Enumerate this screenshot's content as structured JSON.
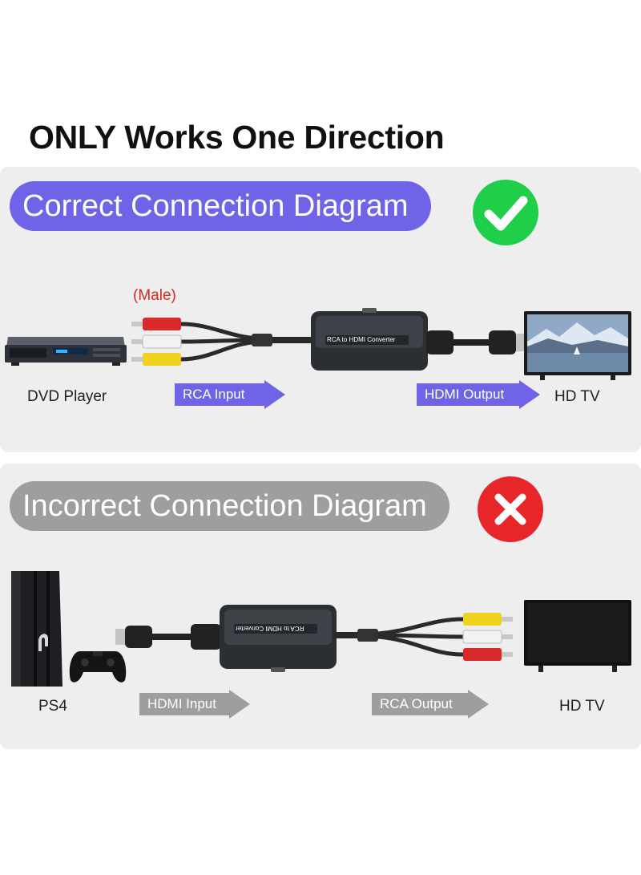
{
  "headline": "ONLY Works One Direction",
  "correct": {
    "title": "Correct Connection Diagram",
    "badge_icon": "checkmark-icon",
    "source_label": "DVD Player",
    "connector_note": "(Male)",
    "input_arrow": "RCA Input",
    "output_arrow": "HDMI Output",
    "target_label": "HD TV",
    "converter_label": "RCA to HDMI Converter",
    "accent": "#6f63e8",
    "status_color": "#1fcf4a"
  },
  "incorrect": {
    "title": "Incorrect Connection Diagram",
    "badge_icon": "cross-icon",
    "source_label": "PS4",
    "input_arrow": "HDMI Input",
    "output_arrow": "RCA Output",
    "target_label": "HD TV",
    "converter_label": "RCA to HDMI Converter",
    "accent": "#9e9e9e",
    "status_color": "#e8262a"
  }
}
